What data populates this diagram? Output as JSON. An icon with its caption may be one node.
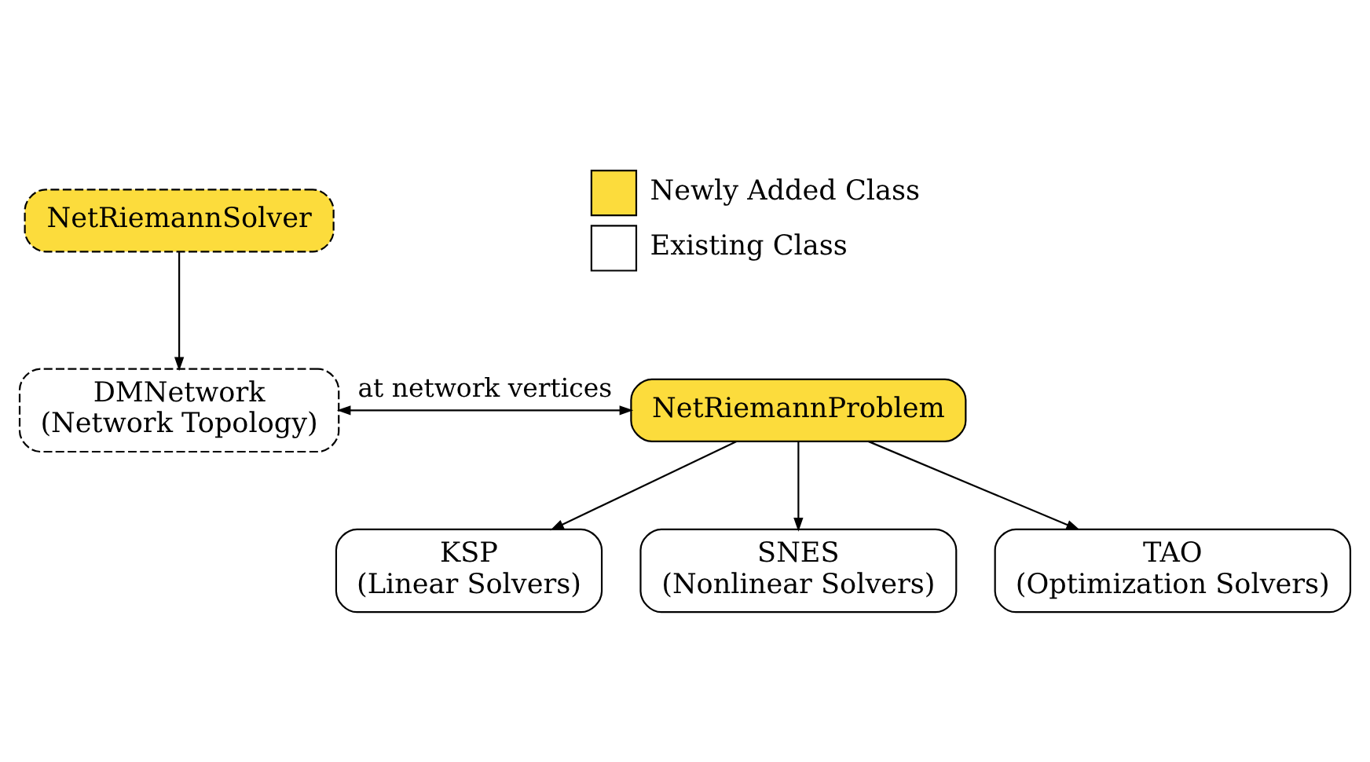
{
  "diagram": {
    "nodes": [
      {
        "text": [
          "NetRiemannSolver"
        ]
      },
      {
        "text": [
          "DMNetwork",
          "(Network Topology)"
        ]
      },
      {
        "text": [
          "NetRiemannProblem"
        ]
      },
      {
        "text": [
          "KSP",
          "(Linear Solvers)"
        ]
      },
      {
        "text": [
          "SNES",
          "(Nonlinear Solvers)"
        ]
      },
      {
        "text": [
          "TAO",
          "(Optimization Solvers)"
        ]
      }
    ],
    "edges": [
      {
        "from": 0,
        "to": 1,
        "arrow": "to"
      },
      {
        "from": 1,
        "to": 2,
        "arrow": "both",
        "label": "at network vertices"
      },
      {
        "from": 2,
        "to": 3,
        "arrow": "to"
      },
      {
        "from": 2,
        "to": 4,
        "arrow": "to"
      },
      {
        "from": 2,
        "to": 5,
        "arrow": "to"
      }
    ],
    "legend": [
      {
        "text": "Newly Added Class",
        "color": "#fcdc3c"
      },
      {
        "text": "Existing Class",
        "color": "#ffffff"
      }
    ]
  }
}
